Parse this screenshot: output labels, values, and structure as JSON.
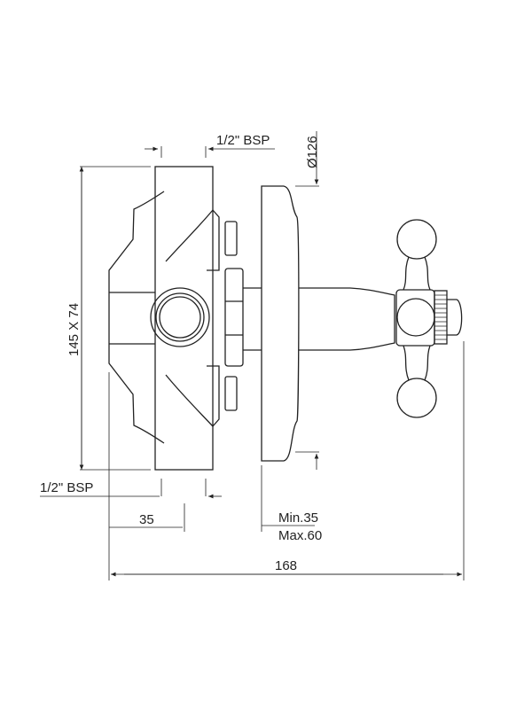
{
  "labels": {
    "top_bsp": "1/2\" BSP",
    "diameter": "Ø126",
    "height_width": "145 X 74",
    "bottom_bsp": "1/2\" BSP",
    "depth_35": "35",
    "min": "Min.35",
    "max": "Max.60",
    "total": "168"
  }
}
